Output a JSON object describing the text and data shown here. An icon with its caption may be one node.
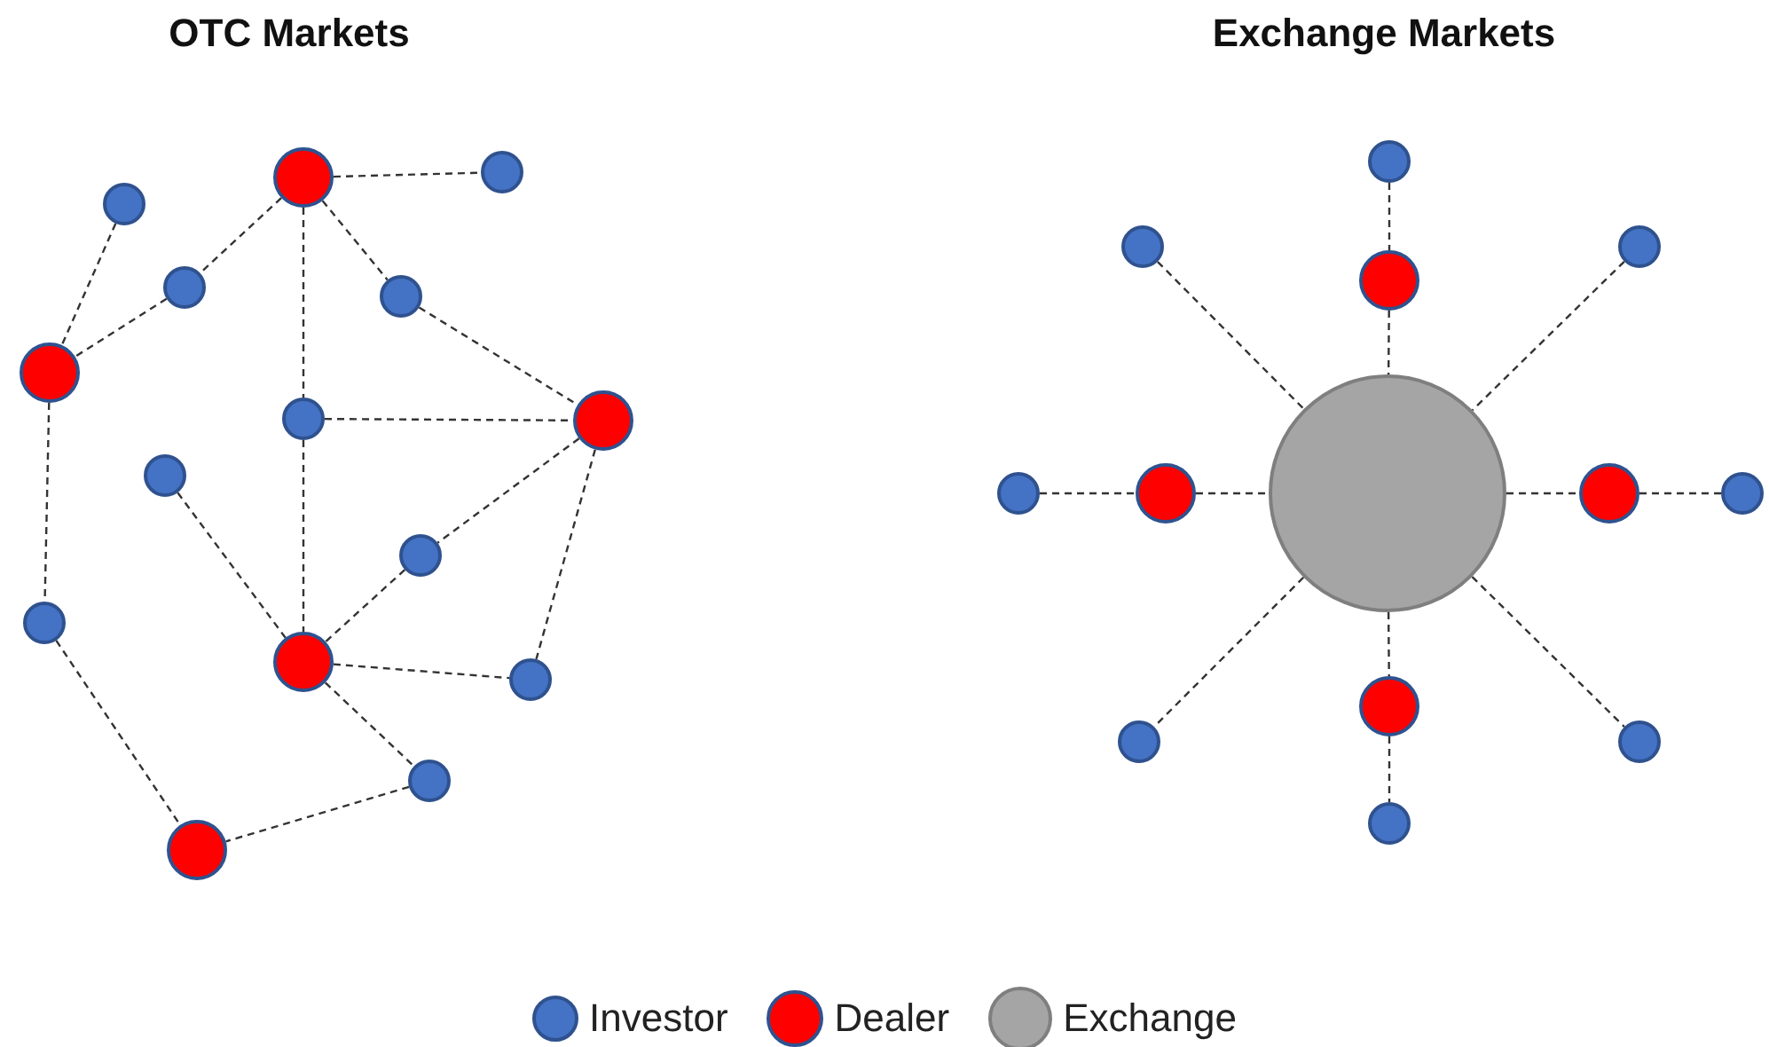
{
  "diagram": {
    "nodes": [
      {
        "text": [],
        "shape": "circle"
      },
      {
        "text": [],
        "shape": "circle"
      },
      {
        "text": [],
        "shape": "circle"
      },
      {
        "text": [],
        "shape": "circle"
      },
      {
        "text": [],
        "shape": "circle"
      },
      {
        "text": [],
        "shape": "circle"
      },
      {
        "text": [],
        "shape": "circle"
      },
      {
        "text": [],
        "shape": "circle"
      },
      {
        "text": [],
        "shape": "circle"
      },
      {
        "text": [],
        "shape": "circle"
      },
      {
        "text": [],
        "shape": "circle"
      },
      {
        "text": [],
        "shape": "circle"
      },
      {
        "text": [],
        "shape": "circle"
      },
      {
        "text": [],
        "shape": "circle"
      },
      {
        "text": [],
        "shape": "circle"
      },
      {
        "text": [],
        "shape": "circle"
      },
      {
        "text": [],
        "shape": "circle"
      },
      {
        "text": [],
        "shape": "circle"
      },
      {
        "text": [],
        "shape": "circle"
      },
      {
        "text": [],
        "shape": "circle"
      },
      {
        "text": [],
        "shape": "circle"
      },
      {
        "text": [],
        "shape": "circle"
      },
      {
        "text": [],
        "shape": "circle"
      },
      {
        "text": [],
        "shape": "circle"
      },
      {
        "text": [],
        "shape": "circle"
      },
      {
        "text": [],
        "shape": "circle"
      },
      {
        "text": [],
        "shape": "circle"
      },
      {
        "text": [],
        "shape": "circle"
      }
    ],
    "edges": [
      {
        "from": 0,
        "to": 1,
        "arrow": "none"
      },
      {
        "from": 0,
        "to": 3,
        "arrow": "none"
      },
      {
        "from": 0,
        "to": 6,
        "arrow": "none"
      },
      {
        "from": 0,
        "to": 4,
        "arrow": "none"
      },
      {
        "from": 2,
        "to": 5,
        "arrow": "none"
      },
      {
        "from": 3,
        "to": 5,
        "arrow": "none"
      },
      {
        "from": 4,
        "to": 7,
        "arrow": "none"
      },
      {
        "from": 6,
        "to": 7,
        "arrow": "none"
      },
      {
        "from": 6,
        "to": 11,
        "arrow": "none"
      },
      {
        "from": 8,
        "to": 11,
        "arrow": "none"
      },
      {
        "from": 7,
        "to": 9,
        "arrow": "none"
      },
      {
        "from": 9,
        "to": 11,
        "arrow": "none"
      },
      {
        "from": 7,
        "to": 12,
        "arrow": "none"
      },
      {
        "from": 11,
        "to": 12,
        "arrow": "none"
      },
      {
        "from": 11,
        "to": 13,
        "arrow": "none"
      },
      {
        "from": 5,
        "to": 10,
        "arrow": "none"
      },
      {
        "from": 10,
        "to": 14,
        "arrow": "none"
      },
      {
        "from": 13,
        "to": 14,
        "arrow": "none"
      },
      {
        "from": 15,
        "to": 18,
        "arrow": "none"
      },
      {
        "from": 18,
        "to": 21,
        "arrow": "none"
      },
      {
        "from": 16,
        "to": 21,
        "arrow": "none"
      },
      {
        "from": 17,
        "to": 21,
        "arrow": "none"
      },
      {
        "from": 19,
        "to": 20,
        "arrow": "none"
      },
      {
        "from": 20,
        "to": 21,
        "arrow": "none"
      },
      {
        "from": 21,
        "to": 22,
        "arrow": "none"
      },
      {
        "from": 22,
        "to": 23,
        "arrow": "none"
      },
      {
        "from": 21,
        "to": 24,
        "arrow": "none"
      },
      {
        "from": 24,
        "to": 27,
        "arrow": "none"
      },
      {
        "from": 21,
        "to": 25,
        "arrow": "none"
      },
      {
        "from": 21,
        "to": 26,
        "arrow": "none"
      }
    ],
    "labels": [
      "OTC Markets",
      "Exchange Markets"
    ],
    "legend": [
      {
        "text": "Investor",
        "color": "#4472c4"
      },
      {
        "text": "Dealer",
        "color": "#ff0000"
      },
      {
        "text": "Exchange",
        "color": "#a5a5a5"
      }
    ]
  }
}
